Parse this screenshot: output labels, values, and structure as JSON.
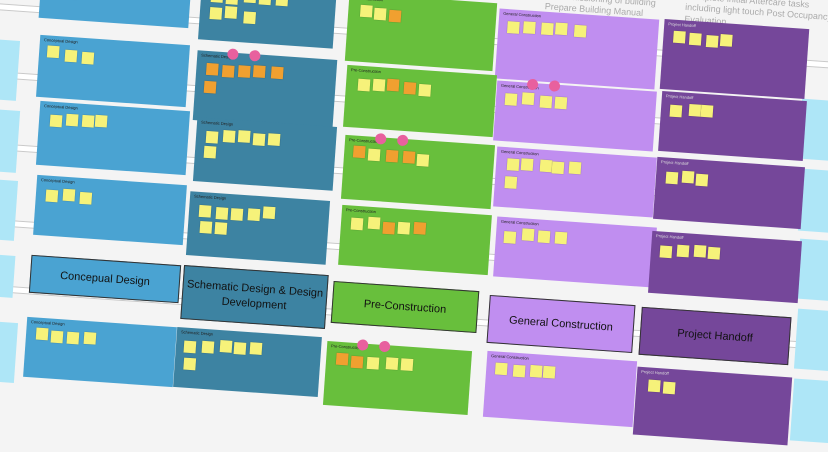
{
  "phases": [
    {
      "key": "concept",
      "label": "Concepual Design",
      "frame_title": "Conceptual Design",
      "color": "#4aa3d2"
    },
    {
      "key": "schematic",
      "label": "Schematic Design & Design Development",
      "frame_title": "Schematic Design",
      "color": "#3d83a2"
    },
    {
      "key": "precon",
      "label": "Pre-Construction",
      "frame_title": "Pre-Construction",
      "color": "#68bf3c"
    },
    {
      "key": "general",
      "label": "General Construction",
      "frame_title": "General Construction",
      "color": "#c08ef0"
    },
    {
      "key": "handoff",
      "label": "Project Handoff",
      "frame_title": "Project Handoff",
      "color": "#75479a"
    }
  ],
  "edge_color": "#aee6f7",
  "sticky_colors": {
    "yellow": "#f6f27a",
    "orange": "#f0a030",
    "pink": "#e8609e"
  },
  "notes": {
    "general": "...commissioning of building\nPrepare Building Manual",
    "handoff": "Complete initial Aftercare tasks\nincluding light touch Post Occupancy\nEvaluation"
  }
}
